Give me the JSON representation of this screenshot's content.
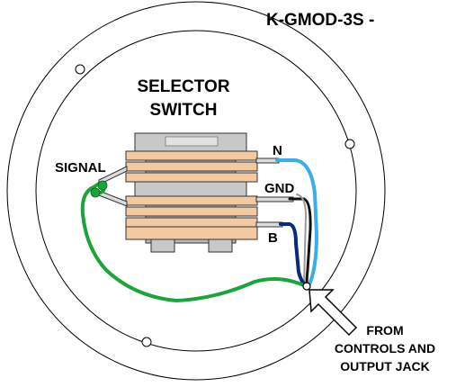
{
  "title": "K-GMOD-3S -",
  "switch_label_line1": "SELECTOR",
  "switch_label_line2": "SWITCH",
  "labels": {
    "signal": "SIGNAL",
    "n": "N",
    "gnd": "GND",
    "b": "B"
  },
  "from_note": {
    "line1": "FROM",
    "line2": "CONTROLS AND",
    "line3": "OUTPUT JACK"
  },
  "colors": {
    "wire_signal": "#1aa53a",
    "wire_neutral": "#3aaee8",
    "wire_ground": "#111111",
    "wire_b": "#0b2a7a",
    "wire_gray": "#9a9a9a",
    "wafer": "#f2c9a0",
    "switch_body": "#c8c8c8"
  }
}
